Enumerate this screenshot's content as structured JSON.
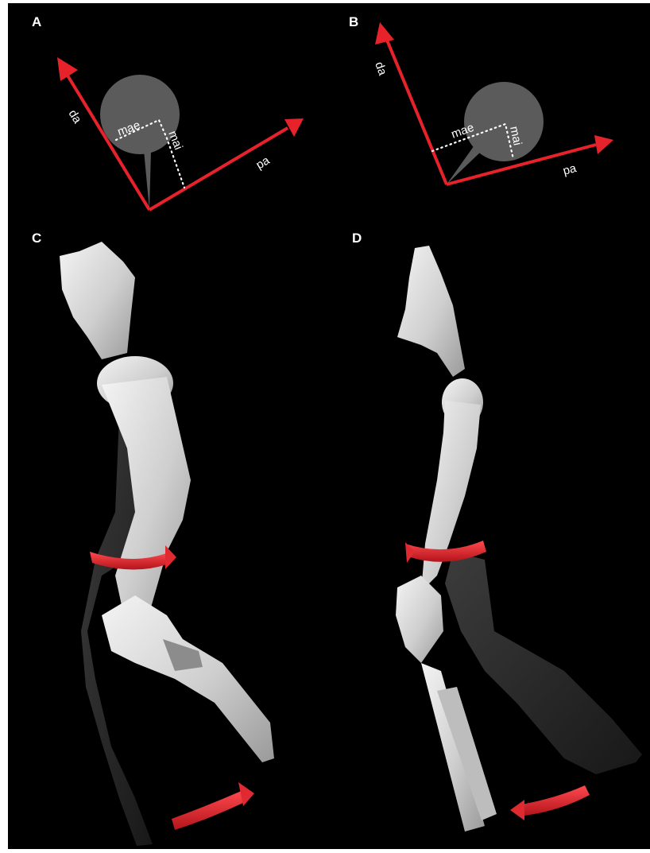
{
  "panels": {
    "a": {
      "letter": "A",
      "da": "da",
      "pa": "pa",
      "mae": "mae",
      "mai": "mai"
    },
    "b": {
      "letter": "B",
      "da": "da",
      "pa": "pa",
      "mae": "mae",
      "mai": "mai"
    },
    "c": {
      "letter": "C"
    },
    "d": {
      "letter": "D"
    }
  },
  "colors": {
    "axis": "#e8222b",
    "joint": "#5b5b5b",
    "bone_light": "#e2e2e2",
    "bone_dark": "#2d2d2d",
    "background": "#000000"
  }
}
